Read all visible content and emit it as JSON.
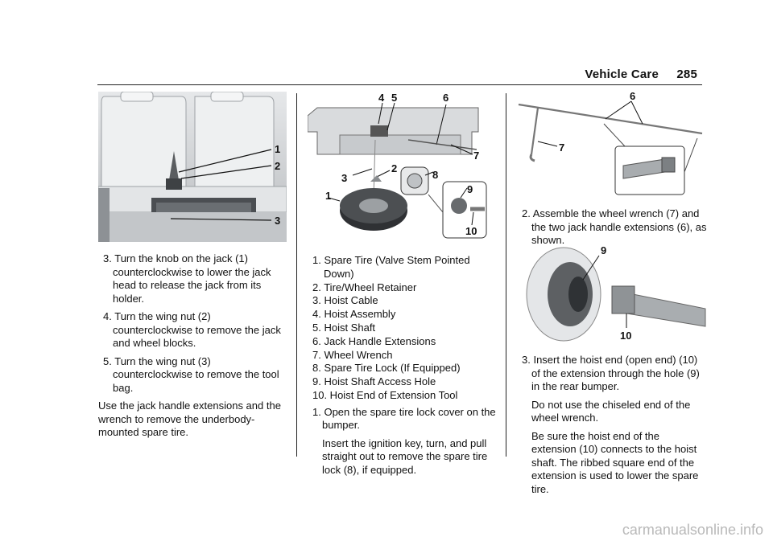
{
  "header": {
    "section": "Vehicle Care",
    "page": "285"
  },
  "figures": {
    "seat": {
      "callouts": [
        "1",
        "2",
        "3"
      ]
    },
    "bumper": {
      "callouts": [
        "4",
        "5",
        "6",
        "7",
        "3",
        "2",
        "8",
        "1",
        "9",
        "10"
      ]
    },
    "wrench": {
      "callouts": [
        "6",
        "7"
      ]
    },
    "extension": {
      "callouts": [
        "9",
        "10"
      ]
    }
  },
  "col1": {
    "steps": [
      {
        "num": "3.",
        "text": "Turn the knob on the jack (1) counterclockwise to lower the jack head to release the jack from its holder."
      },
      {
        "num": "4.",
        "text": "Turn the wing nut (2) counterclockwise to remove the jack and wheel blocks."
      },
      {
        "num": "5.",
        "text": "Turn the wing nut (3) counterclockwise to remove the tool bag."
      }
    ],
    "para": "Use the jack handle extensions and the wrench to remove the underbody-mounted spare tire."
  },
  "col2": {
    "legend": [
      "1.  Spare Tire (Valve Stem Pointed Down)",
      "2.  Tire/Wheel Retainer",
      "3.  Hoist Cable",
      "4.  Hoist Assembly",
      "5.  Hoist Shaft",
      "6.  Jack Handle Extensions",
      "7.  Wheel Wrench",
      "8.  Spare Tire Lock (If Equipped)",
      "9.  Hoist Shaft Access Hole",
      "10. Hoist End of Extension Tool"
    ],
    "step1_num": "1.",
    "step1": "Open the spare tire lock cover on the bumper.",
    "step1_sub": "Insert the ignition key, turn, and pull straight out to remove the spare tire lock (8), if equipped."
  },
  "col3": {
    "step2_num": "2.",
    "step2": "Assemble the wheel wrench (7) and the two jack handle extensions (6), as shown.",
    "step3_num": "3.",
    "step3": "Insert the hoist end (open end) (10) of the extension through the hole (9) in the rear bumper.",
    "step3_sub1": "Do not use the chiseled end of the wheel wrench.",
    "step3_sub2": "Be sure the hoist end of the extension (10) connects to the hoist shaft. The ribbed square end of the extension is used to lower the spare tire."
  },
  "watermark": "carmanualsonline.info"
}
